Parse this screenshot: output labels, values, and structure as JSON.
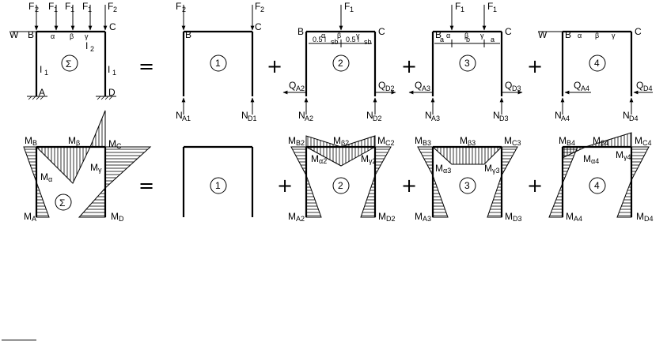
{
  "loads": {
    "f1": "F",
    "f1_sub": "1",
    "f2": "F",
    "f2_sub": "2",
    "w": "W"
  },
  "nodes": {
    "a": "A",
    "b": "B",
    "c": "C",
    "d": "D"
  },
  "points": {
    "alpha": "α",
    "beta": "β",
    "gamma": "γ"
  },
  "inertia": {
    "i1": "I",
    "i1_sub": "1",
    "i2": "I",
    "i2_sub": "2"
  },
  "dims": {
    "half_l": "0.5 l",
    "half_l_sub": "sb",
    "a": "a",
    "b": "b"
  },
  "operators": {
    "equals": "=",
    "plus": "+"
  },
  "circles": {
    "sum": "Σ",
    "c1": "1",
    "c2": "2",
    "c3": "3",
    "c4": "4"
  },
  "reactions": {
    "q": "Q",
    "n": "N",
    "qa2": "A2",
    "qd2": "D2",
    "qa3": "A3",
    "qd3": "D3",
    "qa4": "A4",
    "qd4": "D4",
    "na1": "A1",
    "nd1": "D1",
    "na2": "A2",
    "nd2": "D2",
    "na3": "A3",
    "nd3": "D3",
    "na4": "A4",
    "nd4": "D4"
  },
  "moments": {
    "m": "M",
    "sum": {
      "b": "B",
      "beta": "β",
      "c": "C",
      "alpha": "α",
      "gamma": "γ",
      "a": "A",
      "d": "D"
    },
    "case2": {
      "b": "B2",
      "beta": "β2",
      "c": "C2",
      "alpha": "α2",
      "gamma": "γ2",
      "a": "A2",
      "d": "D2"
    },
    "case3": {
      "b": "B3",
      "beta": "β3",
      "c": "C3",
      "alpha": "α3",
      "gamma": "γ3",
      "a": "A3",
      "d": "D3"
    },
    "case4": {
      "b": "B4",
      "beta": "β4",
      "c": "C4",
      "alpha": "α4",
      "gamma": "γ4",
      "a": "A4",
      "d": "D4"
    }
  }
}
